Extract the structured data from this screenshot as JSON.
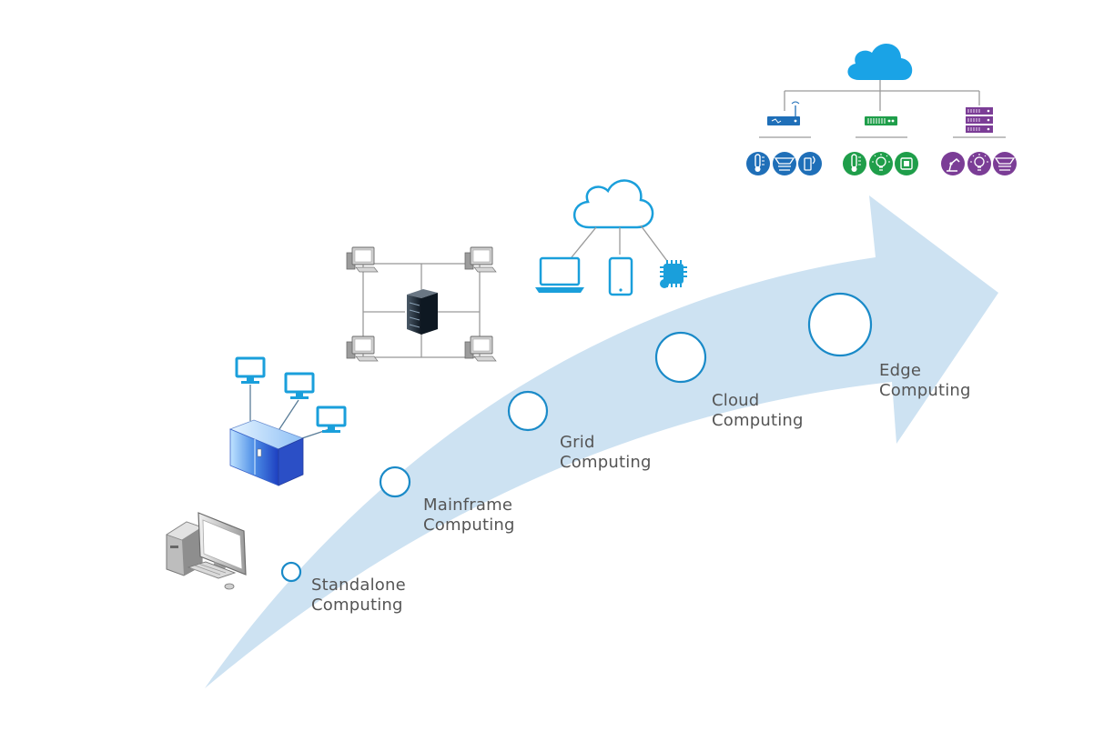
{
  "stages": [
    {
      "id": "standalone",
      "line1": "Standalone",
      "line2": "Computing"
    },
    {
      "id": "mainframe",
      "line1": "Mainframe",
      "line2": "Computing"
    },
    {
      "id": "grid",
      "line1": "Grid",
      "line2": "Computing"
    },
    {
      "id": "cloud",
      "line1": "Cloud",
      "line2": "Computing"
    },
    {
      "id": "edge",
      "line1": "Edge",
      "line2": "Computing"
    }
  ],
  "colors": {
    "arrow": "#cde2f2",
    "milestone_stroke": "#1a8ac8",
    "label": "#555555",
    "edge_blue": "#1f6fb8",
    "edge_green": "#1f9e4a",
    "edge_purple": "#7b3d96",
    "cloud": "#1aa3e6",
    "monitor": "#1a9fdb"
  },
  "icons": [
    "desktop-pc-icon",
    "mainframe-server-icon",
    "monitor-icon",
    "grid-server-rack-icon",
    "workstation-icon",
    "cloud-icon",
    "laptop-icon",
    "smartphone-icon",
    "chip-icon",
    "router-icon",
    "switch-icon",
    "server-stack-icon",
    "thermometer-icon",
    "camera-icon",
    "sensor-icon",
    "lightbulb-icon",
    "robot-arm-icon"
  ]
}
